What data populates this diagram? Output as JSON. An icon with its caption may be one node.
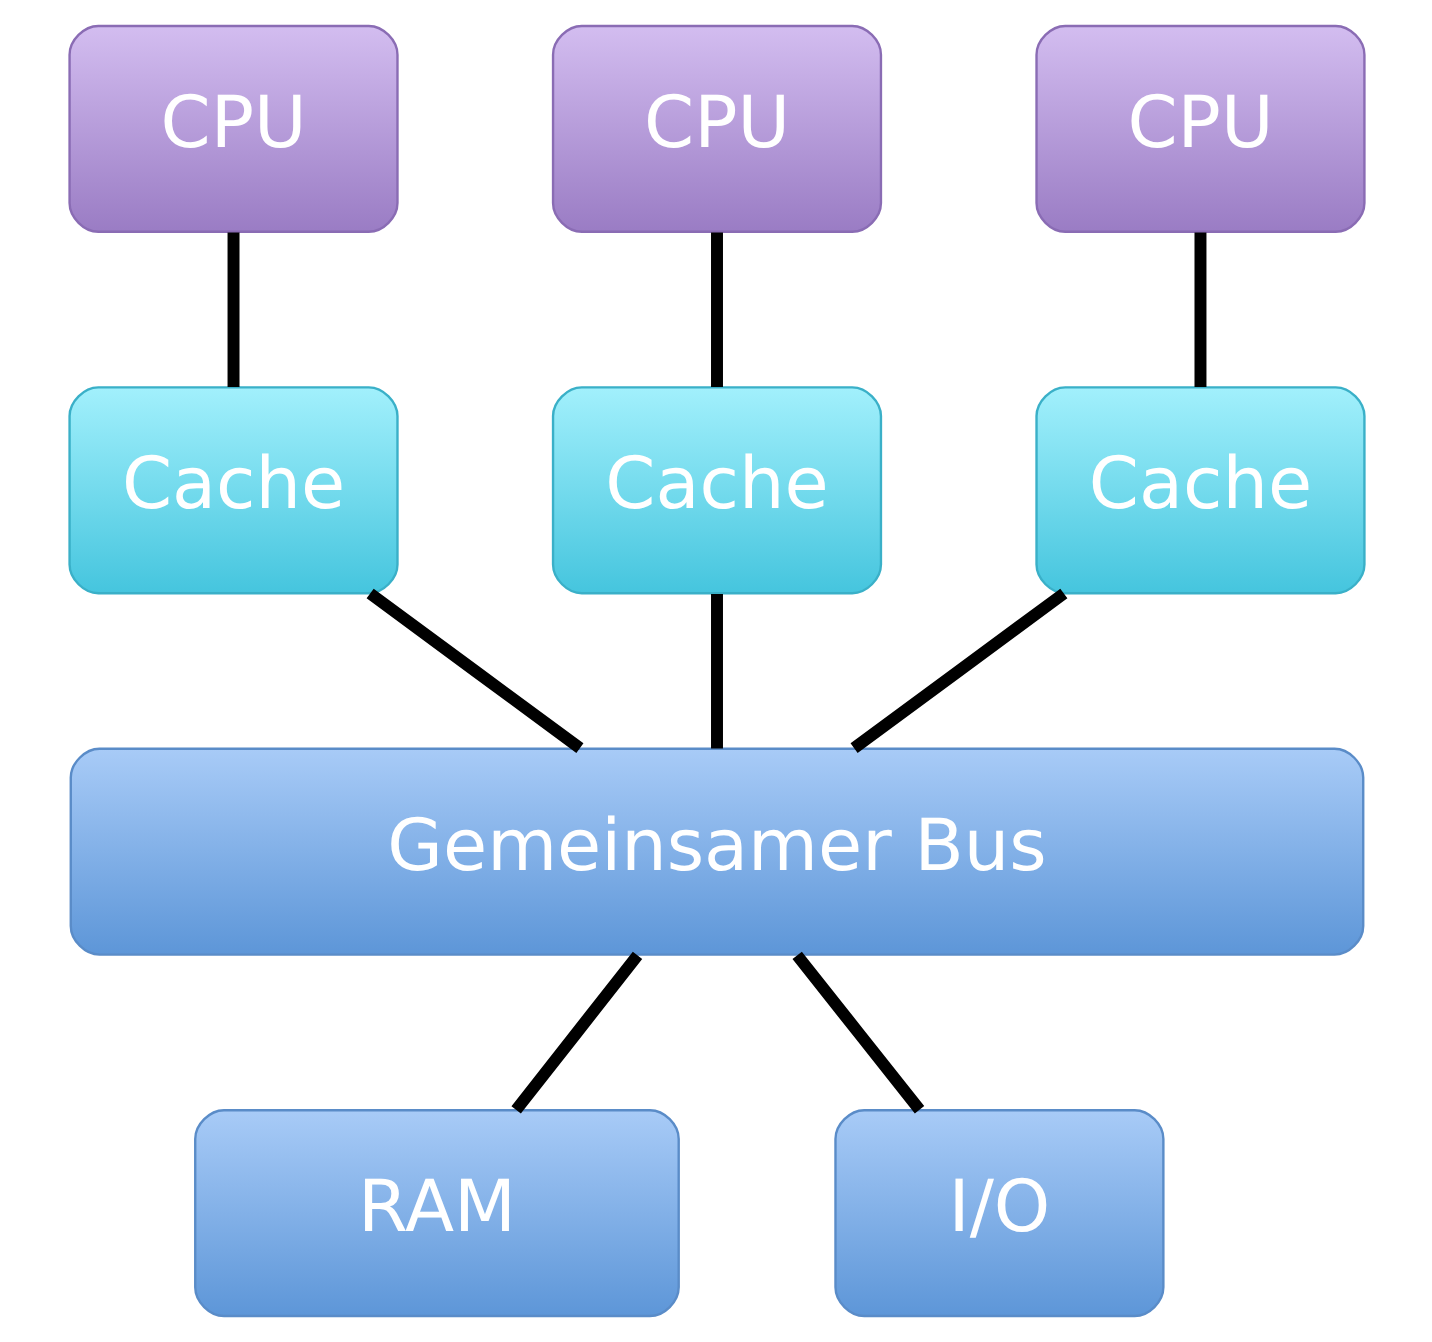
{
  "diagram": {
    "nodes": [
      {
        "text": [
          "CPU"
        ]
      },
      {
        "text": [
          "CPU"
        ]
      },
      {
        "text": [
          "CPU"
        ]
      },
      {
        "text": [
          "Cache"
        ]
      },
      {
        "text": [
          "Cache"
        ]
      },
      {
        "text": [
          "Cache"
        ]
      },
      {
        "text": [
          "Gemeinsamer Bus"
        ]
      },
      {
        "text": [
          "RAM"
        ]
      },
      {
        "text": [
          "I/O"
        ]
      }
    ],
    "edges": [
      {
        "from": 0,
        "to": 3,
        "arrow": "none"
      },
      {
        "from": 1,
        "to": 4,
        "arrow": "none"
      },
      {
        "from": 2,
        "to": 5,
        "arrow": "none"
      },
      {
        "from": 3,
        "to": 6,
        "arrow": "none"
      },
      {
        "from": 4,
        "to": 6,
        "arrow": "none"
      },
      {
        "from": 5,
        "to": 6,
        "arrow": "none"
      },
      {
        "from": 6,
        "to": 7,
        "arrow": "none"
      },
      {
        "from": 6,
        "to": 8,
        "arrow": "none"
      }
    ]
  }
}
